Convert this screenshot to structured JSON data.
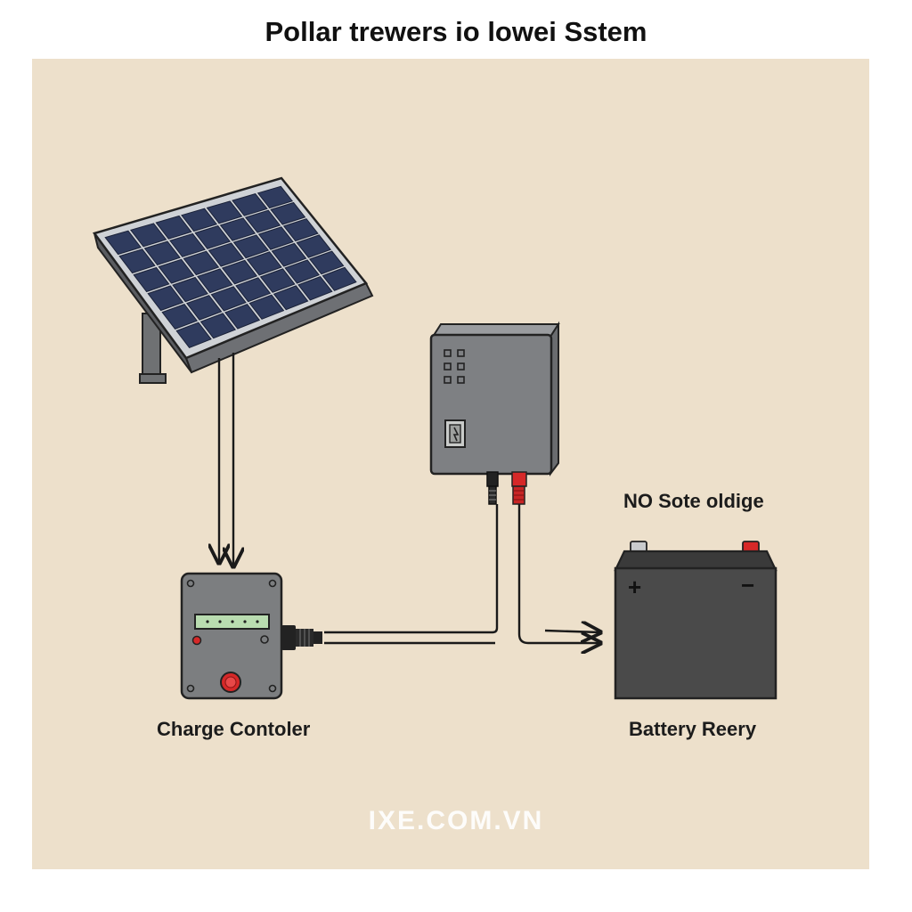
{
  "title": "Pollar trewers io lowei Sstem",
  "labels": {
    "charge_controller": "Charge Contoler",
    "battery": "Battery Reery",
    "note": "NO Sote oldige",
    "battery_plus": "+",
    "battery_minus": "−"
  },
  "watermark": "IXE.COM.VN",
  "colors": {
    "background": "#ede0cb",
    "panel_cell": "#2f3b5e",
    "device_gray": "#7c7e80",
    "battery": "#4a4a4a",
    "positive_red": "#d62828",
    "display_green": "#b9dcb0",
    "wire": "#1a1a1a"
  }
}
